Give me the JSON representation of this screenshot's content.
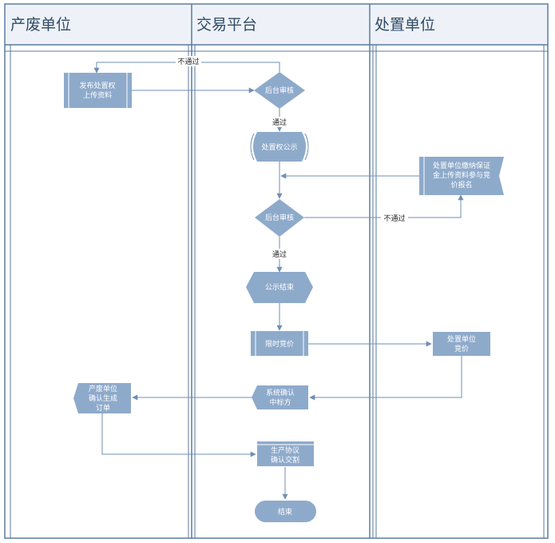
{
  "lanes": [
    {
      "title": "产废单位"
    },
    {
      "title": "交易平台"
    },
    {
      "title": "处置单位"
    }
  ],
  "nodes": {
    "publish": {
      "lines": [
        "发布处置权",
        "上传资料"
      ]
    },
    "review1": {
      "lines": [
        "后台审核"
      ]
    },
    "announce": {
      "lines": [
        "处置权公示"
      ]
    },
    "disposer_apply": {
      "lines": [
        "处置单位缴纳保证",
        "金上传资料参与竞",
        "价报名"
      ]
    },
    "review2": {
      "lines": [
        "后台审核"
      ]
    },
    "announce_end": {
      "lines": [
        "公示结束"
      ]
    },
    "timed_bid": {
      "lines": [
        "限时竞价"
      ]
    },
    "disposer_bid": {
      "lines": [
        "处置单位",
        "竞价"
      ]
    },
    "system_confirm": {
      "lines": [
        "系统确认",
        "中标方"
      ]
    },
    "producer_confirm": {
      "lines": [
        "产废单位",
        "确认生成",
        "订单"
      ]
    },
    "agreement": {
      "lines": [
        "生产协议",
        "确认交割"
      ]
    },
    "end": {
      "lines": [
        "结束"
      ]
    }
  },
  "edge_labels": {
    "reject1": "不通过",
    "pass1": "通过",
    "reject2": "不通过",
    "pass2": "通过"
  },
  "colors": {
    "lane_border": "#5a7aa0",
    "header_fill": "#eef2f8",
    "node_fill": "#8eaacb",
    "node_dark": "#6f8fb5",
    "line": "#6f8fb5",
    "title_text": "#2f4a66"
  }
}
